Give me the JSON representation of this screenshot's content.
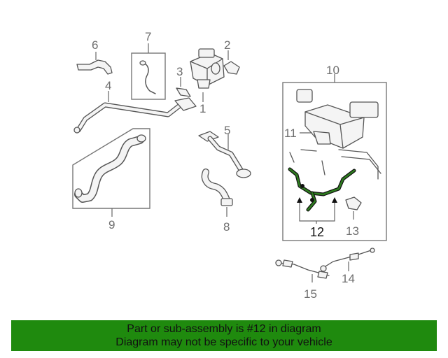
{
  "callouts": {
    "c1": "1",
    "c2": "2",
    "c3": "3",
    "c4": "4",
    "c5": "5",
    "c6": "6",
    "c7": "7",
    "c8": "8",
    "c9": "9",
    "c10": "10",
    "c11": "11",
    "c12": "12",
    "c13": "13",
    "c14": "14",
    "c15": "15"
  },
  "highlighted_part": "12",
  "colors": {
    "banner_background": "#1f8a0e",
    "highlight_hose": "#2e7d1f",
    "line_art": "#555555"
  },
  "footer": {
    "line1": "Part or sub-assembly is #12 in diagram",
    "line2": "Diagram may not be specific to your vehicle"
  }
}
